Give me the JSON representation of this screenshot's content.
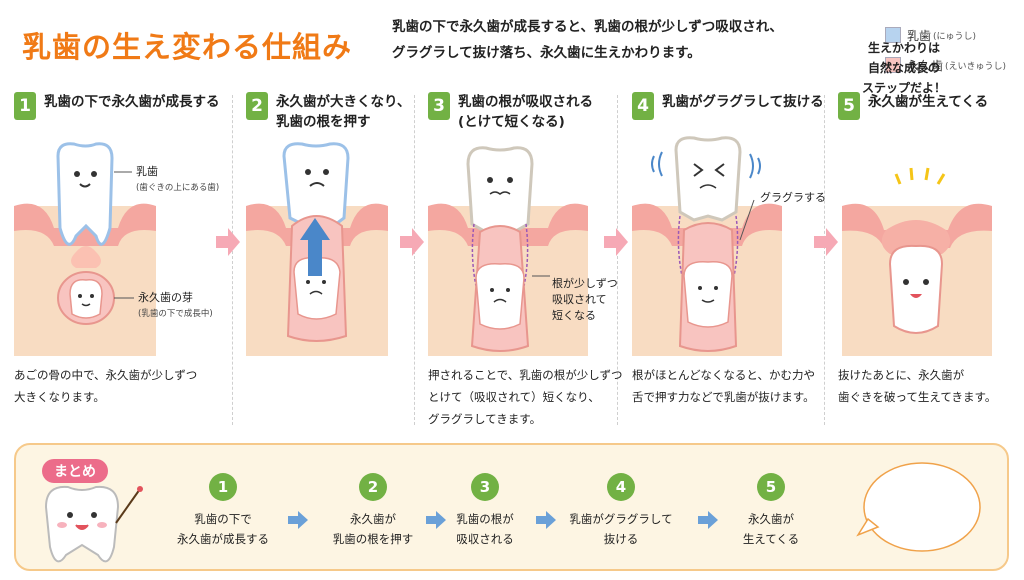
{
  "header": {
    "title": "乳歯の生え変わる仕組み",
    "intro_line1": "乳歯の下で永久歯が成長すると、乳歯の根が少しずつ吸収され、",
    "intro_line2": "グラグラして抜け落ち、永久歯に生えかわります。"
  },
  "legend": [
    {
      "label": "乳歯",
      "note": "(にゅうし)",
      "color": "#b7d3ef"
    },
    {
      "label": "永久歯",
      "note": "(えいきゅうし)",
      "color": "#f8c4c0"
    }
  ],
  "steps": [
    {
      "num": "1",
      "title_line1": "乳歯の下で永久歯が成長する",
      "title_line2": "",
      "desc": [
        "あごの骨の中で、永久歯が少しずつ",
        "大きくなります。"
      ]
    },
    {
      "num": "2",
      "title_line1": "永久歯が大きくなり、",
      "title_line2": "乳歯の根を押す",
      "desc": []
    },
    {
      "num": "3",
      "title_line1": "乳歯の根が吸収される",
      "title_line2": "(とけて短くなる)",
      "desc": [
        "押されることで、乳歯の根が少しずつ",
        "とけて（吸収されて）短くなり、",
        "グラグラしてきます。"
      ]
    },
    {
      "num": "4",
      "title_line1": "乳歯がグラグラして抜ける",
      "title_line2": "",
      "desc": [
        "根がほとんどなくなると、かむ力や",
        "舌で押す力などで乳歯が抜けます。"
      ]
    },
    {
      "num": "5",
      "title_line1": "永久歯が生えてくる",
      "title_line2": "",
      "desc": [
        "抜けたあとに、永久歯が",
        "歯ぐきを破って生えてきます。"
      ]
    }
  ],
  "annotations": {
    "baby_tooth": "乳歯",
    "baby_tooth_note": "(歯ぐきの上にある歯)",
    "perm_bud": "永久歯の芽",
    "perm_bud_note": "(乳歯の下で成長中)",
    "root_line1": "根が少しずつ",
    "root_line2": "吸収されて",
    "root_line3": "短くなる",
    "wobble": "グラグラする"
  },
  "summary": {
    "badge": "まとめ",
    "items": [
      {
        "num": "1",
        "line1": "乳歯の下で",
        "line2": "永久歯が成長する"
      },
      {
        "num": "2",
        "line1": "永久歯が",
        "line2": "乳歯の根を押す"
      },
      {
        "num": "3",
        "line1": "乳歯の根が",
        "line2": "吸収される"
      },
      {
        "num": "4",
        "line1": "乳歯がグラグラして",
        "line2": "抜ける"
      },
      {
        "num": "5",
        "line1": "永久歯が",
        "line2": "生えてくる"
      }
    ],
    "bubble_line1": "生えかわりは",
    "bubble_line2": "自然な成長の",
    "bubble_line3": "ステップだよ！"
  }
}
